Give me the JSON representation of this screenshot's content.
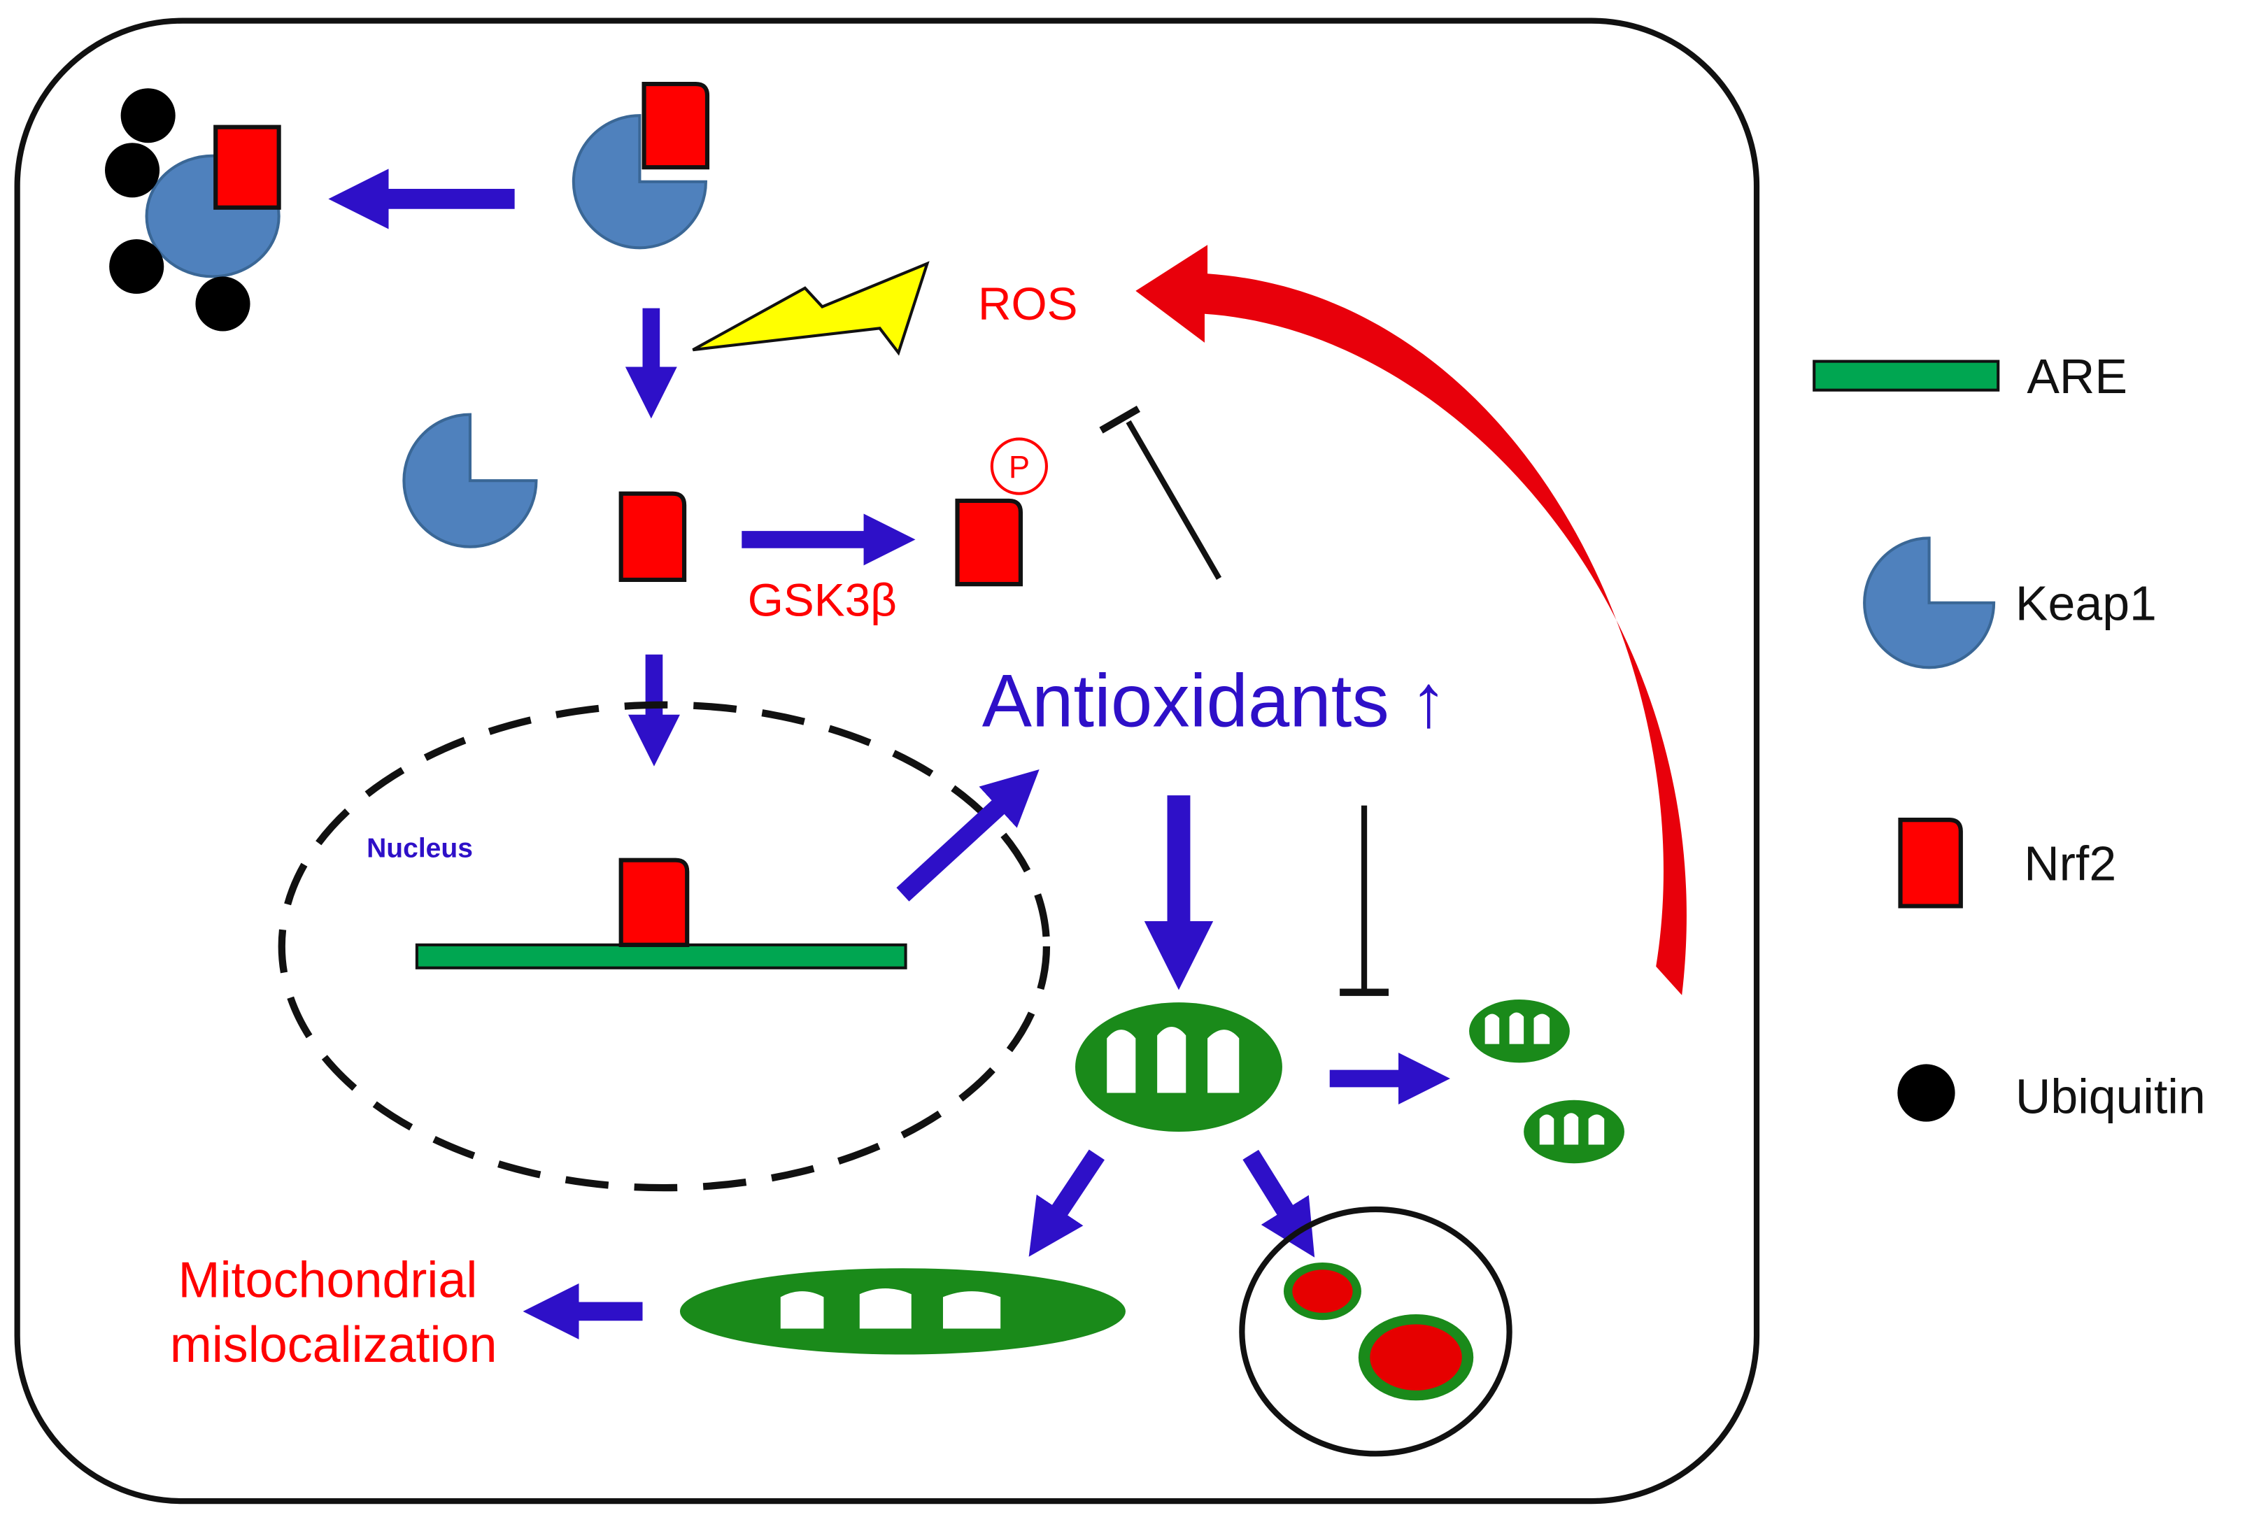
{
  "labels": {
    "ros": "ROS",
    "gsk3b": "GSK3β",
    "phospho": "P",
    "antioxidants": "Antioxidants ↑",
    "nucleus": "Nucleus",
    "mito_mislocalization_line1": "Mitochondrial",
    "mito_mislocalization_line2": "mislocalization"
  },
  "legend": {
    "are": "ARE",
    "keap1": "Keap1",
    "nrf2": "Nrf2",
    "ubiquitin": "Ubiquitin"
  },
  "colors": {
    "keap1": "#4f81bd",
    "keap1_stroke": "#3a6796",
    "nrf2": "#ff0000",
    "ubiquitin": "#000000",
    "are": "#00a651",
    "arrow": "#2e10c8",
    "ros_text": "#ff0000",
    "antioxidants_text": "#2e10c8",
    "feedback_arrow": "#e8000b",
    "lightning": "#ffff00",
    "mitochondria": "#1a8a1a"
  },
  "icons": {
    "lightning": "lightning-bolt-icon",
    "mitochondrion": "mitochondrion-icon",
    "inhibition": "inhibition-bar-icon"
  }
}
